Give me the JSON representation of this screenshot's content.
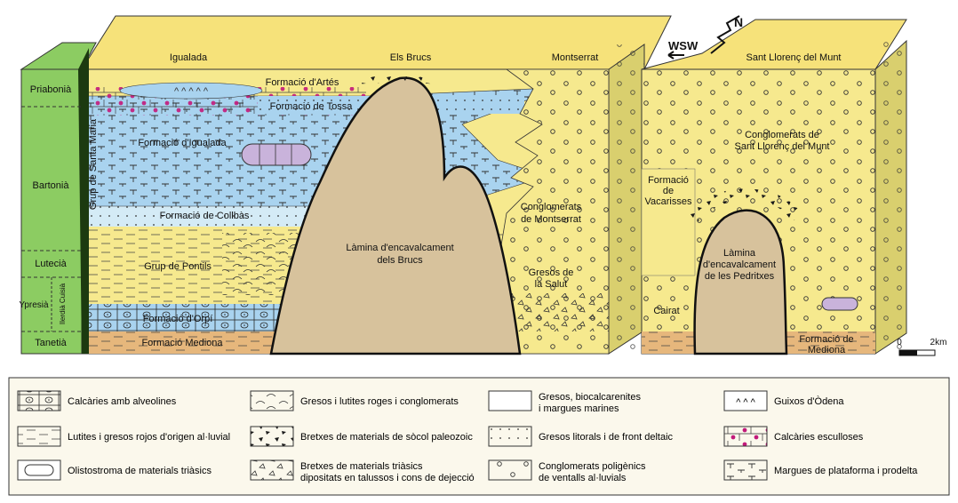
{
  "colors": {
    "yellow_top": "#f6e27a",
    "yellow": "#f6e98e",
    "yellow_side": "#d9cf6e",
    "blue": "#a9d3ef",
    "beige": "#d7c29c",
    "orange": "#e6b77c",
    "green": "#8ccc62",
    "green_dark": "#1c3a10",
    "olist": "#c9b3db",
    "dot_pink": "#c2197a",
    "legend_bg": "#fbf8ec"
  },
  "diagram": {
    "locations": {
      "igualada": "Igualada",
      "els_brucs": "Els Brucs",
      "montserrat": "Montserrat",
      "sant_llorenc": "Sant Llorenç del Munt"
    },
    "stages": {
      "priabonia": "Priabonià",
      "bartonia": "Bartonià",
      "lutecia": "Lutecià",
      "ypresia": "Ypresià",
      "ilerdia_cuisia": "Ilerdià Cuisià",
      "tanetia": "Tanetià"
    },
    "formations": {
      "artes": "Formació d'Artés",
      "tossa": "Formació de Tossa",
      "igualada": "Formació d'Igualada",
      "santa_maria": "Grup de Santa Maria",
      "collbas": "Formació de Collbàs",
      "pontils": "Grup de Pontils",
      "orpi": "Formació d'Orpí",
      "mediona_left": "Formació Mediona",
      "brucs_line1": "Làmina d'encavalcament",
      "brucs_line2": "dels Brucs",
      "montserrat_cong_line1": "Conglomerats",
      "montserrat_cong_line2": "de Montserrat",
      "salut_line1": "Gresos de",
      "salut_line2": "la Salut",
      "vacarisses_line1": "Formació",
      "vacarisses_line2": "de",
      "vacarisses_line3": "Vacarisses",
      "stllorenc_cong_line1": "Conglomerats de",
      "stllorenc_cong_line2": "Sant Llorenç del Munt",
      "pedritxes_line1": "Làmina",
      "pedritxes_line2": "d'encavalcament",
      "pedritxes_line3": "de les Pedritxes",
      "cairat": "Cairat",
      "mediona_right_line1": "Formació de",
      "mediona_right_line2": "Mediona"
    },
    "direction": {
      "north": "N",
      "wsw": "WSW"
    },
    "scale": {
      "zero": "0",
      "end": "2km"
    }
  },
  "legend": {
    "items": [
      {
        "icon": "alveolina-limestone-icon",
        "label_1": "Calcàries amb alveolines",
        "label_2": ""
      },
      {
        "icon": "red-sandstone-lutite-icon",
        "label_1": "Gresos i lutites roges i conglomerats",
        "label_2": ""
      },
      {
        "icon": "marine-sandstone-icon",
        "label_1": "Gresos, biocalcarenites",
        "label_2": "i margues marines"
      },
      {
        "icon": "gypsum-icon",
        "label_1": "Guixos d'Òdena",
        "label_2": ""
      },
      {
        "icon": "alluvial-lutite-icon",
        "label_1": "Lutites i gresos rojos d'origen al·luvial",
        "label_2": ""
      },
      {
        "icon": "paleozoic-breccia-icon",
        "label_1": "Bretxes de materials de sòcol paleozoic",
        "label_2": ""
      },
      {
        "icon": "littoral-sandstone-icon",
        "label_1": "Gresos litorals i de front deltaic",
        "label_2": ""
      },
      {
        "icon": "reef-limestone-icon",
        "label_1": "Calcàries esculloses",
        "label_2": ""
      },
      {
        "icon": "olistostrome-icon",
        "label_1": "Olistostroma de materials triàsics",
        "label_2": ""
      },
      {
        "icon": "triassic-breccia-icon",
        "label_1": "Bretxes de materials triàsics",
        "label_2": "dipositats en talussos i cons de dejecció"
      },
      {
        "icon": "polygenic-conglomerate-icon",
        "label_1": "Conglomerats poligènics",
        "label_2": "de ventalls al·luvials"
      },
      {
        "icon": "marl-icon",
        "label_1": "Margues de plataforma i prodelta",
        "label_2": ""
      }
    ]
  }
}
